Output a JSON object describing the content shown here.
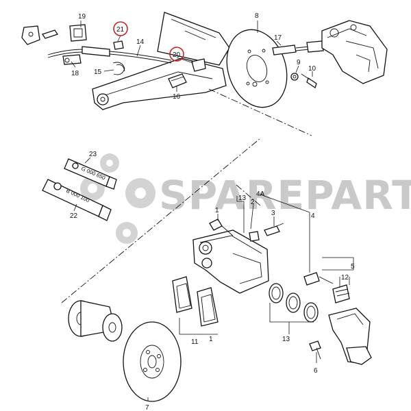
{
  "diagram": {
    "watermark": "SPAREPARTS",
    "colors": {
      "line": "#111111",
      "highlight": "#d01818",
      "watermark": "#c9c9c9"
    },
    "callouts": [
      {
        "id": "c19",
        "text": "19"
      },
      {
        "id": "c21",
        "text": "21",
        "highlighted": true
      },
      {
        "id": "c14",
        "text": "14"
      },
      {
        "id": "c20",
        "text": "20",
        "highlighted": true
      },
      {
        "id": "c8",
        "text": "8"
      },
      {
        "id": "c17",
        "text": "17"
      },
      {
        "id": "c9",
        "text": "9"
      },
      {
        "id": "c10",
        "text": "10"
      },
      {
        "id": "c18",
        "text": "18"
      },
      {
        "id": "c15",
        "text": "15"
      },
      {
        "id": "c16",
        "text": "16"
      },
      {
        "id": "c23",
        "text": "23"
      },
      {
        "id": "c22",
        "text": "22"
      },
      {
        "id": "c13a",
        "text": "13"
      },
      {
        "id": "c4a",
        "text": "4A"
      },
      {
        "id": "c2",
        "text": "2"
      },
      {
        "id": "c3",
        "text": "3"
      },
      {
        "id": "c4",
        "text": "4"
      },
      {
        "id": "c1a",
        "text": "1"
      },
      {
        "id": "c5",
        "text": "5"
      },
      {
        "id": "c12",
        "text": "12"
      },
      {
        "id": "c11",
        "text": "11"
      },
      {
        "id": "c1b",
        "text": "1"
      },
      {
        "id": "c13b",
        "text": "13"
      },
      {
        "id": "c6",
        "text": "6"
      },
      {
        "id": "c7",
        "text": "7"
      }
    ],
    "tube_labels": {
      "tube23": "G 000 650",
      "tube22": "B 000 100"
    }
  }
}
